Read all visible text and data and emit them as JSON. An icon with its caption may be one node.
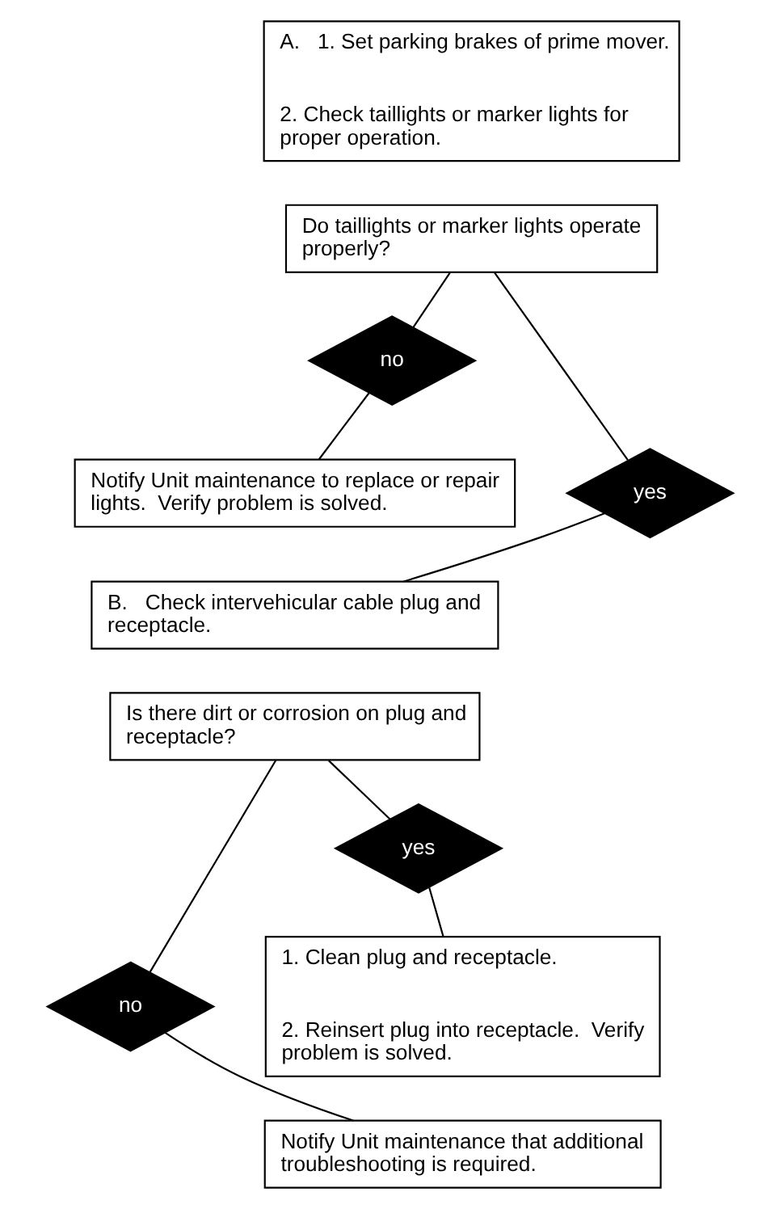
{
  "diagram": {
    "nodes": [
      {
        "text": [
          "A.   1. Set parking brakes of prime mover.",
          "2. Check taillights or marker lights for proper operation."
        ]
      },
      {
        "text": [
          "Do taillights or marker lights operate properly?"
        ]
      },
      {
        "text": [
          "no"
        ]
      },
      {
        "text": [
          "yes"
        ]
      },
      {
        "text": [
          "Notify Unit maintenance to replace or repair lights.  Verify problem is solved."
        ]
      },
      {
        "text": [
          "B.   Check intervehicular cable plug and receptacle."
        ]
      },
      {
        "text": [
          "Is there dirt or corrosion on plug and receptacle?"
        ]
      },
      {
        "text": [
          "no"
        ]
      },
      {
        "text": [
          "yes"
        ]
      },
      {
        "text": [
          "1. Clean plug and receptacle.",
          "2. Reinsert plug into receptacle.  Verify problem is solved."
        ]
      },
      {
        "text": [
          "Notify Unit maintenance that additional troubleshooting is required."
        ]
      }
    ],
    "edges": [
      {
        "from": 1,
        "to": 2,
        "arrow": "none"
      },
      {
        "from": 1,
        "to": 3,
        "arrow": "none"
      },
      {
        "from": 2,
        "to": 4,
        "arrow": "none"
      },
      {
        "from": 3,
        "to": 5,
        "arrow": "none"
      },
      {
        "from": 6,
        "to": 7,
        "arrow": "none"
      },
      {
        "from": 6,
        "to": 8,
        "arrow": "none"
      },
      {
        "from": 8,
        "to": 9,
        "arrow": "none"
      },
      {
        "from": 7,
        "to": 10,
        "arrow": "none"
      }
    ]
  }
}
